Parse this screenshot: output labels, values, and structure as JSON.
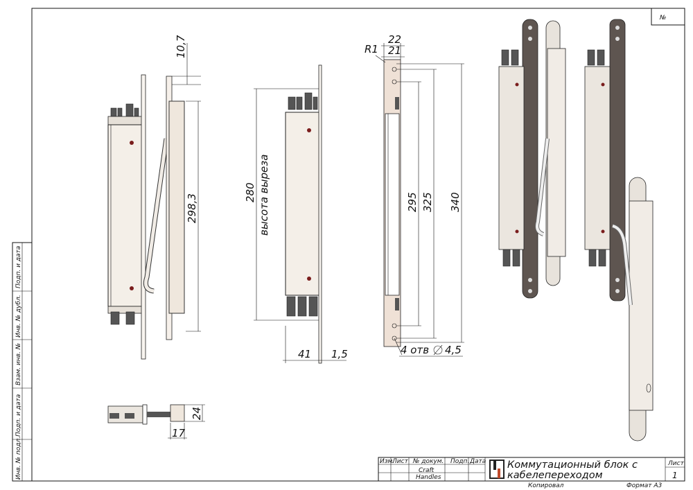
{
  "stamp": {
    "number_sign": "№"
  },
  "dimensions": {
    "d_10_7": "10,7",
    "d_298_3": "298,3",
    "d_280": "280",
    "cutout_height": "высота выреза",
    "d_41": "41",
    "d_1_5": "1,5",
    "d_22": "22",
    "d_21": "21",
    "r1": "R1",
    "d_295": "295",
    "d_325": "325",
    "d_340": "340",
    "holes": "4 отв",
    "hole_dia": "4,5",
    "d_24": "24",
    "d_17": "17"
  },
  "side_stamp": [
    "Инв. № подл.",
    "Подп. и дата",
    "Взам. инв. №",
    "Инв. № дубл.",
    "Подп. и дата"
  ],
  "title_block": {
    "headers": [
      "Изм.",
      "Лист",
      "№ докум.",
      "Подп.",
      "Дата"
    ],
    "company_line1": "Craft",
    "company_line2": "Handles",
    "title_line1": "Коммутационный блок с",
    "title_line2": "кабелепереходом",
    "sheet_label": "Лист",
    "sheet_number": "1",
    "copied": "Копировал",
    "format": "Формат А3"
  }
}
